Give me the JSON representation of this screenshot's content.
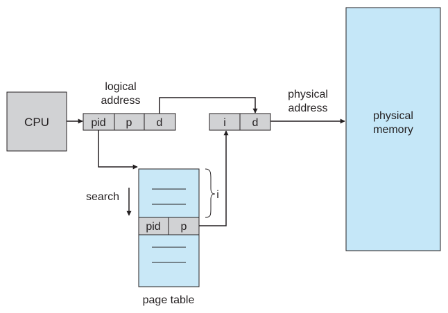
{
  "colors": {
    "box_gray": "#d1d2d4",
    "table_blue": "#c9e8f7",
    "memory_blue": "#c5e7f8",
    "stroke": "#231f20"
  },
  "cpu": {
    "label": "CPU"
  },
  "logical_address": {
    "label_line1": "logical",
    "label_line2": "address",
    "fields": [
      "pid",
      "p",
      "d"
    ]
  },
  "physical_address": {
    "label_line1": "physical",
    "label_line2": "address",
    "fields": [
      "i",
      "d"
    ]
  },
  "physical_memory": {
    "label_line1": "physical",
    "label_line2": "memory"
  },
  "page_table": {
    "label": "page table",
    "entry_fields": [
      "pid",
      "p"
    ],
    "search_label": "search",
    "index_label": "i"
  }
}
